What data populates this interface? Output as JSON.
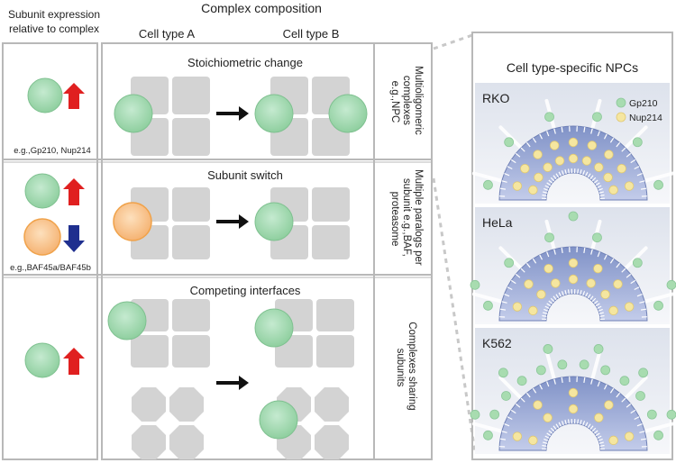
{
  "header": {
    "left_line1": "Subunit expression",
    "left_line2": "relative to complex",
    "title": "Complex composition",
    "cell_a": "Cell type A",
    "cell_b": "Cell type B"
  },
  "rows": [
    {
      "title": "Stoichiometric change",
      "example": "e.g.,Gp210, Nup214",
      "side_lines": [
        "Multioligomeric",
        "complexes",
        "e.g.,NPC"
      ]
    },
    {
      "title": "Subunit switch",
      "example": "e.g.,BAF45a/BAF45b",
      "side_lines": [
        "Multiple paralogs per",
        "subunit e.g.,BAF,",
        "proteasome"
      ]
    },
    {
      "title": "Competing interfaces",
      "example": "",
      "side_lines": [
        "Complexes sharing",
        "subunits"
      ]
    }
  ],
  "npc_panel": {
    "title": "Cell type-specific NPCs",
    "legend": [
      {
        "label": "Gp210",
        "color": "#a8dcb0"
      },
      {
        "label": "Nup214",
        "color": "#f5e6a0"
      }
    ],
    "cells": [
      "RKO",
      "HeLa",
      "K562"
    ]
  },
  "colors": {
    "green_subunit": "#a9dcb1",
    "orange_subunit": "#f9c58f",
    "up_arrow": "#e02020",
    "down_arrow": "#1f2f8f",
    "square_subunit": "#d3d3d3",
    "npc_ring": "#8ea1cf"
  }
}
